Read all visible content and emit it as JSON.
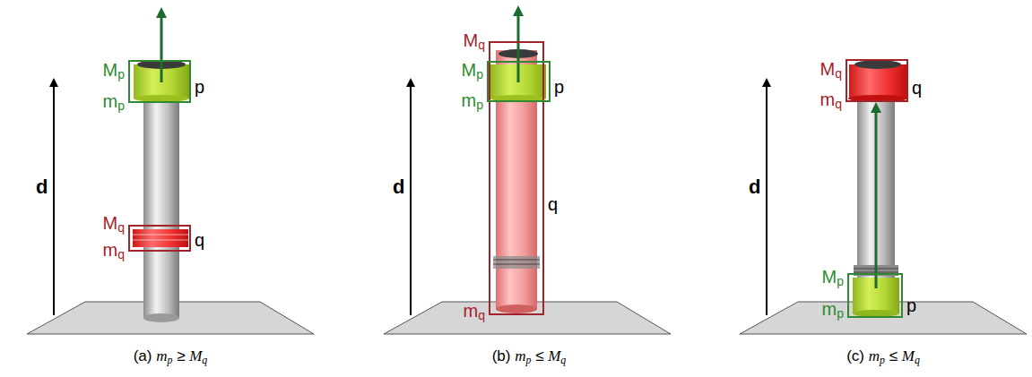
{
  "diagram": {
    "nodes": [
      {
        "text": [
          "Mp",
          "mp",
          "p"
        ]
      },
      {
        "text": [
          "Mq",
          "mq",
          "q"
        ]
      },
      {
        "text": [
          "Mq",
          "mq",
          "q"
        ]
      },
      {
        "text": [
          "Mp",
          "mp",
          "p"
        ]
      },
      {
        "text": [
          "Mq",
          "mq",
          "q"
        ]
      },
      {
        "text": [
          "Mp",
          "mp",
          "p"
        ]
      }
    ],
    "labels": [
      "d",
      "(a) mp ≥ Mq",
      "d",
      "(b) mp ≤ Mq",
      "d",
      "(c) mp ≤ Mq"
    ]
  }
}
